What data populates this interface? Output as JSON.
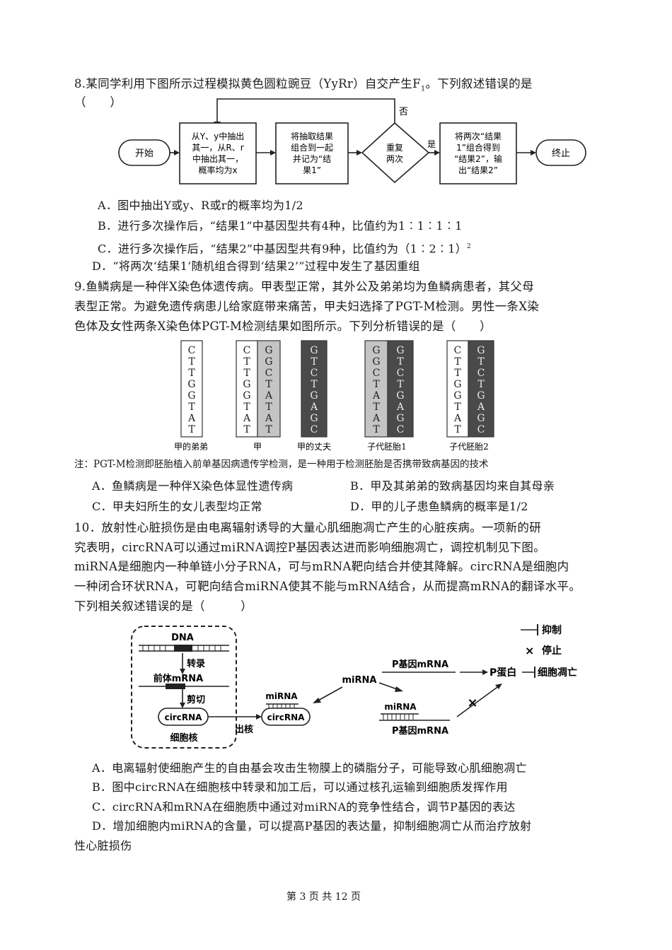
{
  "q8": {
    "stem_line1": "8.某同学利用下图所示过程模拟黄色圆粒豌豆（YyRr）自交产生F",
    "stem_sub": "1",
    "stem_line1_end": "。下列叙述错误的是",
    "blank": "（　　）",
    "flow": {
      "start": "开始",
      "box1": [
        "从Y、y中抽出",
        "其一，从R、r",
        "中抽出其一，",
        "概率均为x"
      ],
      "box2": [
        "将抽取结果",
        "组合到一起",
        "并记为“结",
        "果1”"
      ],
      "diamond": [
        "重复",
        "两次"
      ],
      "yes": "是",
      "no": "否",
      "box3": [
        "将两次“结果",
        "1”组合得到",
        "“结果2”，输",
        "出“结果2”"
      ],
      "end": "终止"
    },
    "options": {
      "A": "A．图中抽出Y或y、R或r的概率均为1/2",
      "B": "B．进行多次操作后，“结果1”中基因型共有4种，比值约为1︰1︰1︰1",
      "C": "C．进行多次操作后，“结果2”中基因型共有9种，比值约为（1︰2︰1）",
      "C_sup": "2",
      "D": "D．“将两次‘结果1’随机组合得到‘结果2’”过程中发生了基因重组"
    }
  },
  "q9": {
    "stem": [
      "9.鱼鳞病是一种伴X染色体遗传病。甲表型正常，其外公及弟弟均为鱼鳞病患者，其父母",
      "表型正常。为避免遗传病患儿给家庭带来痛苦，甲夫妇选择了PGT-M检测。男性一条X染",
      "色体及女性两条X染色体PGT-M检测结果如图所示。下列分析错误的是（　　）"
    ],
    "figure": {
      "seq_normal": [
        "C",
        "T",
        "T",
        "G",
        "G",
        "T",
        "A",
        "T"
      ],
      "seq_mutant": [
        "G",
        "G",
        "C",
        "T",
        "A",
        "T",
        "A",
        "T"
      ],
      "seq_dark": [
        "G",
        "T",
        "C",
        "T",
        "G",
        "A",
        "G",
        "C"
      ],
      "labels": [
        "甲的弟弟",
        "甲",
        "甲的丈夫",
        "子代胚胎1",
        "子代胚胎2"
      ]
    },
    "note": "注：PGT-M检测即胚胎植入前单基因病遗传学检测，是一种用于检测胚胎是否携带致病基因的技术",
    "options": {
      "A": "A．鱼鳞病是一种伴X染色体显性遗传病",
      "B": "B．甲及其弟弟的致病基因均来自其母亲",
      "C": "C．甲夫妇所生的女儿表型均正常",
      "D": "D．甲的儿子患鱼鳞病的概率是1/2"
    }
  },
  "q10": {
    "stem": [
      "10．放射性心脏损伤是由电离辐射诱导的大量心肌细胞凋亡产生的心脏疾病。一项新的研",
      "究表明，circRNA可以通过miRNA调控P基因表达进而影响细胞凋亡，调控机制见下图。",
      "miRNA是细胞内一种单链小分子RNA，可与mRNA靶向结合并使其降解。circRNA是细胞内",
      "一种闭合环状RNA，可靶向结合miRNA使其不能与mRNA结合，从而提高mRNA的翻译水平。",
      "下列相关叙述错误的是（　　　）"
    ],
    "figure": {
      "dna": "DNA",
      "transcription": "转录",
      "pre_mrna": "前体mRNA",
      "splice": "剪切",
      "circrna": "circRNA",
      "nucleus": "细胞核",
      "export": "出核",
      "mirna": "miRNA",
      "p_mrna": "P基因mRNA",
      "p_protein": "P蛋白",
      "apoptosis": "细胞凋亡",
      "legend_inhibit": "抑制",
      "legend_stop": "停止",
      "stop_mark": "×"
    },
    "options": {
      "A": "A．电离辐射使细胞产生的自由基会攻击生物膜上的磷脂分子，可能导致心肌细胞凋亡",
      "B": "B．图中circRNA在细胞核中转录和加工后，可以通过核孔运输到细胞质发挥作用",
      "C": "C．circRNA和mRNA在细胞质中通过对miRNA的竞争性结合，调节P基因的表达",
      "D_line1": "D．增加细胞内miRNA的含量，可以提高P基因的表达量，抑制细胞凋亡从而治疗放射",
      "D_line2": "性心脏损伤"
    }
  },
  "footer": "第 3 页 共 12 页"
}
